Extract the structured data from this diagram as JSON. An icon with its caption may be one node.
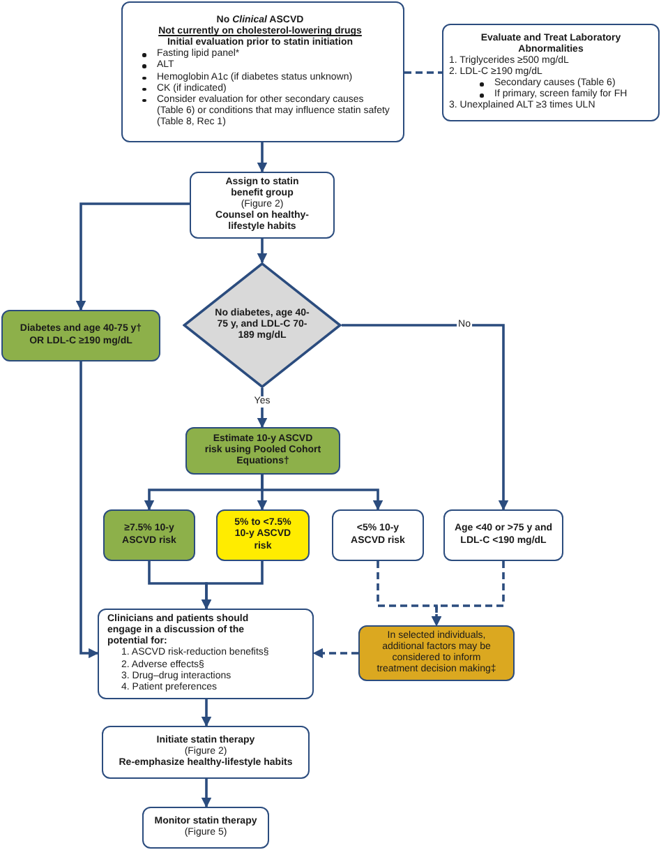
{
  "diagram": {
    "nodes": [
      {
        "text": [
          "No *Clinical* ASCVD",
          "Not currently on cholesterol-lowering drugs",
          "Initial evaluation prior to statin initiation",
          "Fasting lipid panel*",
          "ALT",
          "Hemoglobin A1c (if diabetes status unknown)",
          "CK (if indicated)",
          "Consider evaluation for other secondary causes (Table 6) or conditions that may influence statin safety (Table 8, Rec 1)"
        ]
      },
      {
        "text": [
          "Evaluate and Treat Laboratory Abnormalities",
          "1. Triglycerides ≥500 mg/dL",
          "2. LDL-C ≥190 mg/dL",
          "Secondary causes (Table 6)",
          "If primary, screen family for FH",
          "3. Unexplained ALT ≥3 times ULN"
        ]
      },
      {
        "text": [
          "Assign to statin benefit group",
          "(Figure 2)",
          "Counsel on healthy-lifestyle habits"
        ]
      },
      {
        "text": [
          "Diabetes and age 40-75 y† OR LDL-C ≥190 mg/dL"
        ]
      },
      {
        "text": [
          "No diabetes, age 40-75 y, and LDL-C 70-189 mg/dL"
        ]
      },
      {
        "text": [
          "Estimate 10-y ASCVD risk using Pooled Cohort Equations†"
        ]
      },
      {
        "text": [
          "≥7.5% 10-y ASCVD risk"
        ]
      },
      {
        "text": [
          "5% to <7.5% 10-y ASCVD risk"
        ]
      },
      {
        "text": [
          "<5% 10-y ASCVD risk"
        ]
      },
      {
        "text": [
          "Age <40 or >75 y and LDL-C <190 mg/dL"
        ]
      },
      {
        "text": [
          "Clinicians and patients should engage in a discussion of the potential for:",
          "1. ASCVD risk-reduction benefits§",
          "2. Adverse effects§",
          "3. Drug–drug interactions",
          "4. Patient preferences"
        ]
      },
      {
        "text": [
          "In selected individuals, additional factors may be considered to inform treatment decision making‡"
        ]
      },
      {
        "text": [
          "Initiate statin therapy",
          "(Figure 2)",
          "Re-emphasize healthy-lifestyle habits"
        ]
      },
      {
        "text": [
          "Monitor statin therapy",
          "(Figure 5)"
        ]
      }
    ],
    "edges": [
      {
        "from": 0,
        "to": 1,
        "arrow": "none",
        "style": "dashed"
      },
      {
        "from": 0,
        "to": 2,
        "arrow": "to"
      },
      {
        "from": 2,
        "to": 3,
        "arrow": "to"
      },
      {
        "from": 2,
        "to": 4,
        "arrow": "to"
      },
      {
        "from": 4,
        "to": 5,
        "arrow": "to",
        "label": "Yes"
      },
      {
        "from": 4,
        "to": 9,
        "arrow": "to",
        "label": "No"
      },
      {
        "from": 5,
        "to": 6,
        "arrow": "to"
      },
      {
        "from": 5,
        "to": 7,
        "arrow": "to"
      },
      {
        "from": 5,
        "to": 8,
        "arrow": "to"
      },
      {
        "from": 6,
        "to": 10,
        "arrow": "to"
      },
      {
        "from": 7,
        "to": 10,
        "arrow": "to"
      },
      {
        "from": 3,
        "to": 10,
        "arrow": "to"
      },
      {
        "from": 8,
        "to": 11,
        "arrow": "to",
        "style": "dashed"
      },
      {
        "from": 9,
        "to": 11,
        "arrow": "to",
        "style": "dashed"
      },
      {
        "from": 11,
        "to": 10,
        "arrow": "to",
        "style": "dashed"
      },
      {
        "from": 10,
        "to": 12,
        "arrow": "to"
      },
      {
        "from": 12,
        "to": 13,
        "arrow": "to"
      }
    ]
  }
}
